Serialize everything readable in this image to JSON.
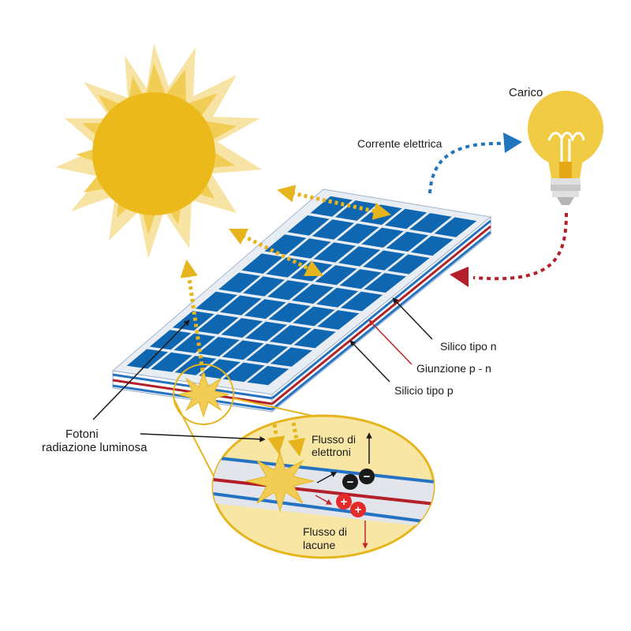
{
  "labels": {
    "carico": "Carico",
    "corrente": "Corrente elettrica",
    "silicio_n": "Silico tipo n",
    "giunzione": "Giunzione p - n",
    "silicio_p": "Silicio tipo p",
    "fotoni_line1": "Fotoni",
    "fotoni_line2": "radiazione luminosa",
    "flusso_elettroni_line1": "Flusso di",
    "flusso_elettroni_line2": "elettroni",
    "flusso_lacune_line1": "Flusso di",
    "flusso_lacune_line2": "lacune"
  },
  "symbols": {
    "electron": "−",
    "hole": "+"
  },
  "colors": {
    "sun_core": "#ecb91b",
    "sun_rays_light": "#f7e4a4",
    "sun_rays_mid": "#f1cd55",
    "panel_cell": "#0f67b1",
    "panel_frame": "#e8edf4",
    "n_layer": "#2473c2",
    "junction": "#b3202a",
    "bulb": "#f2cb45",
    "current_blue": "#1f76bd",
    "current_red": "#b3202a",
    "photon": "#e6b51e",
    "zoom_fill": "#f8e6a4",
    "zoom_border": "#e6b51e"
  },
  "icons": [
    "sun-icon",
    "lightbulb-icon",
    "solar-panel-icon",
    "photon-burst-icon",
    "electron-icon",
    "hole-icon"
  ]
}
